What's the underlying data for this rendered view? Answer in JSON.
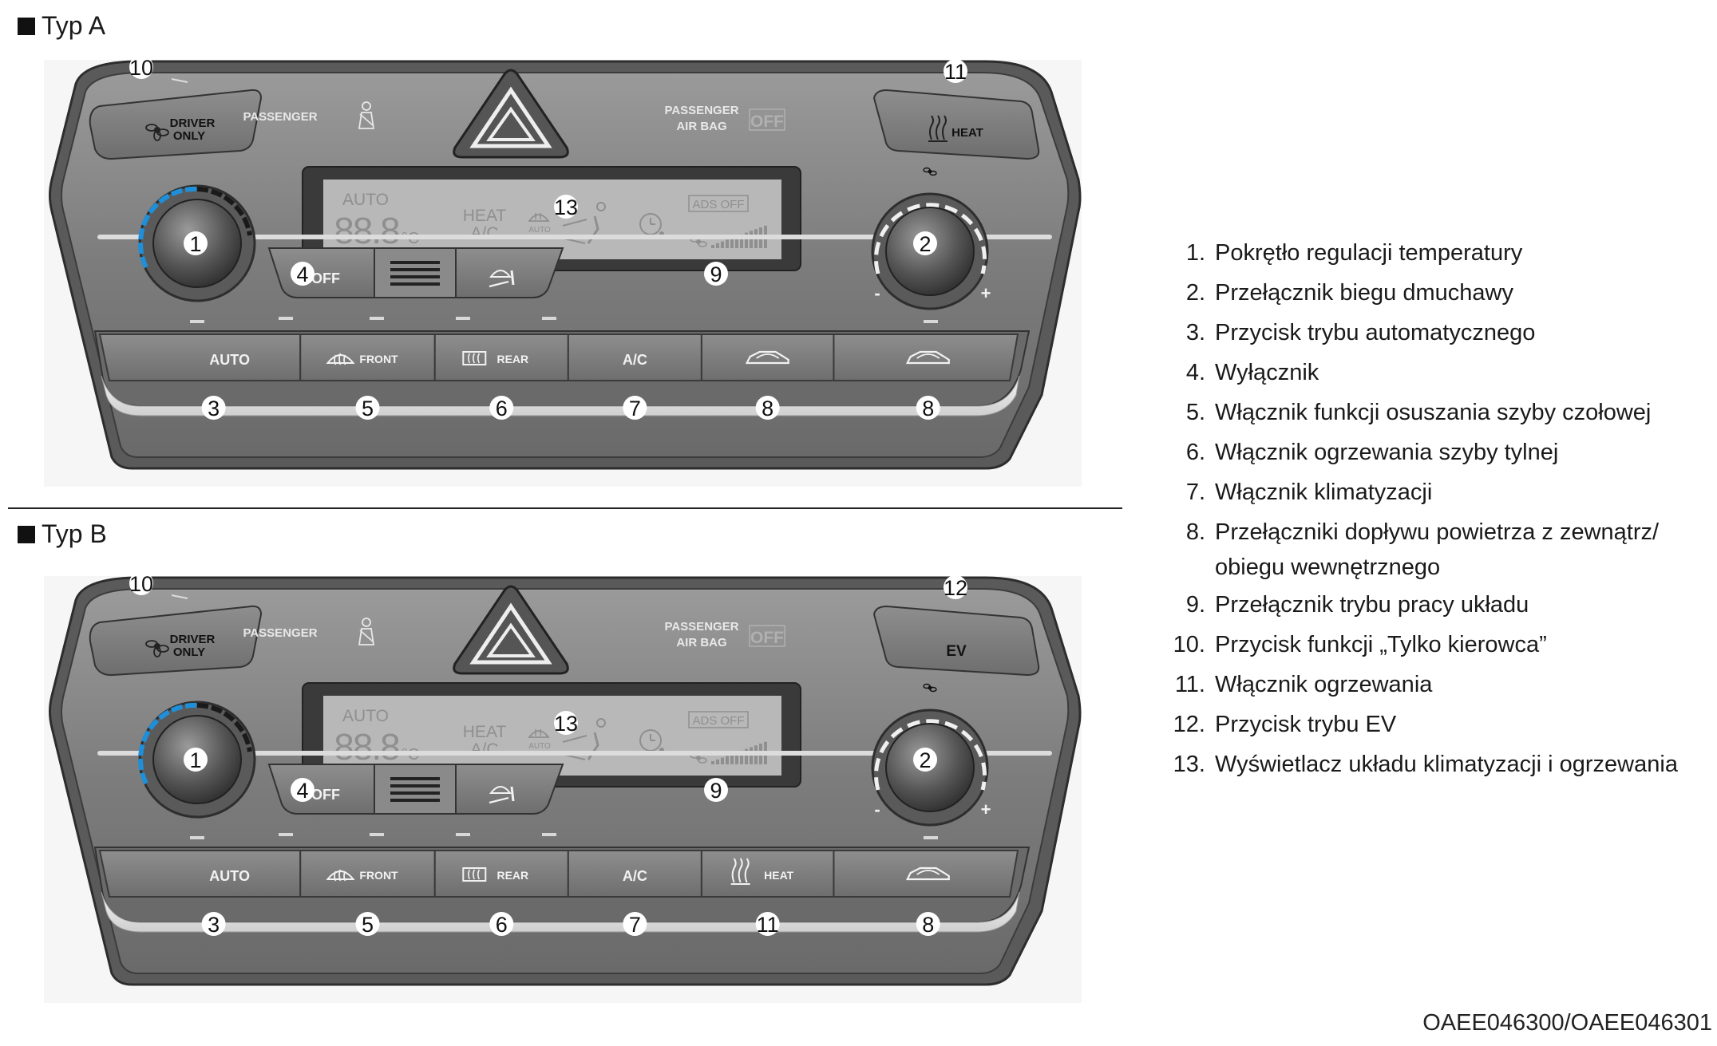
{
  "panels": [
    {
      "header": "Typ A",
      "passenger_label": "PASSENGER",
      "airbag_label_1": "PASSENGER",
      "airbag_label_2": "AIR BAG",
      "airbag_off": "OFF",
      "driver_only_1": "DRIVER",
      "driver_only_2": "ONLY",
      "right_top_label": "HEAT",
      "right_top_callout": "11",
      "display": {
        "auto": "AUTO",
        "temp": "88.8",
        "unit": "°C",
        "heat": "HEAT",
        "ac": "A/C",
        "small_auto": "AUTO",
        "ads_off": "ADS OFF"
      },
      "off_label": "OFF",
      "buttons": [
        "AUTO",
        "FRONT",
        "REAR",
        "A/C",
        "",
        ""
      ],
      "button_callouts": [
        "3",
        "5",
        "6",
        "7",
        "8",
        "8"
      ],
      "callouts": {
        "driver": "10",
        "display": "13",
        "knob_left": "1",
        "knob_right": "2",
        "off": "4",
        "mode": "9"
      },
      "knob_minus": "-",
      "knob_plus": "+"
    },
    {
      "header": "Typ B",
      "passenger_label": "PASSENGER",
      "airbag_label_1": "PASSENGER",
      "airbag_label_2": "AIR BAG",
      "airbag_off": "OFF",
      "driver_only_1": "DRIVER",
      "driver_only_2": "ONLY",
      "right_top_label": "EV",
      "right_top_callout": "12",
      "display": {
        "auto": "AUTO",
        "temp": "88.8",
        "unit": "°C",
        "heat": "HEAT",
        "ac": "A/C",
        "small_auto": "AUTO",
        "ads_off": "ADS OFF"
      },
      "off_label": "OFF",
      "buttons": [
        "AUTO",
        "FRONT",
        "REAR",
        "A/C",
        "HEAT",
        ""
      ],
      "button_callouts": [
        "3",
        "5",
        "6",
        "7",
        "11",
        "8"
      ],
      "callouts": {
        "driver": "10",
        "display": "13",
        "knob_left": "1",
        "knob_right": "2",
        "off": "4",
        "mode": "9"
      },
      "knob_minus": "-",
      "knob_plus": "+"
    }
  ],
  "legend": [
    {
      "num": "1.",
      "text": "Pokrętło regulacji temperatury"
    },
    {
      "num": "2.",
      "text": "Przełącznik biegu dmuchawy"
    },
    {
      "num": "3.",
      "text": "Przycisk trybu automatycznego"
    },
    {
      "num": "4.",
      "text": "Wyłącznik"
    },
    {
      "num": "5.",
      "text": "Włącznik funkcji osuszania szyby czołowej"
    },
    {
      "num": "6.",
      "text": "Włącznik ogrzewania szyby tylnej"
    },
    {
      "num": "7.",
      "text": "Włącznik klimatyzacji"
    },
    {
      "num": "8.",
      "text": "Przełączniki dopływu powietrza z zewnątrz/ obiegu wewnętrznego"
    },
    {
      "num": "9.",
      "text": "Przełącznik trybu pracy układu"
    },
    {
      "num": "10.",
      "text": "Przycisk funkcji „Tylko kierowca”"
    },
    {
      "num": "11.",
      "text": "Włącznik ogrzewania"
    },
    {
      "num": "12.",
      "text": "Przycisk trybu EV"
    },
    {
      "num": "13.",
      "text": "Wyświetlacz układu klimatyzacji i ogrzewania"
    }
  ],
  "image_code": "OAEE046300/OAEE046301",
  "colors": {
    "panel": "#8a8a8a",
    "panel_dark": "#4a4a4a",
    "display": "#b9b9b9",
    "blue_arc": "#1e8fd8"
  }
}
